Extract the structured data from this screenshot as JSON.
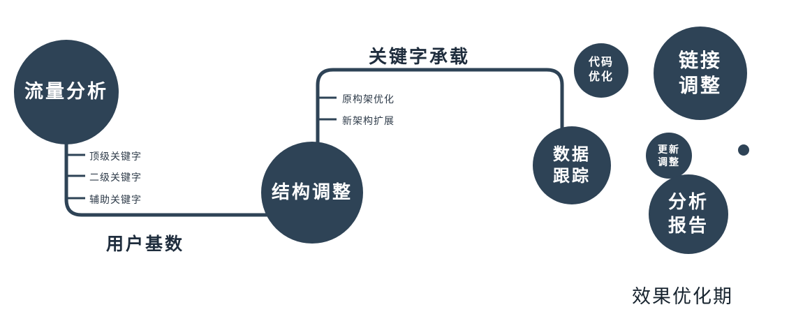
{
  "colors": {
    "accent": "#2e4356",
    "text_dark": "#1f2d3d",
    "node_text": "#ffffff"
  },
  "nodes": {
    "traffic": {
      "label": "流量分析"
    },
    "structure": {
      "label": "结构调整"
    },
    "data_tracking": {
      "line1": "数据",
      "line2": "跟踪"
    },
    "code_opt": {
      "line1": "代码",
      "line2": "优化"
    },
    "link_adjust": {
      "line1": "链接",
      "line2": "调整"
    },
    "update_adjust": {
      "line1": "更新",
      "line2": "调整"
    },
    "analysis_report": {
      "line1": "分析",
      "line2": "报告"
    }
  },
  "branches": {
    "traffic_keywords": [
      "顶级关键字",
      "二级关键字",
      "辅助关键字"
    ],
    "structure_items": [
      "原构架优化",
      "新架构扩展"
    ]
  },
  "edge_labels": {
    "user_base": "用户基数",
    "keyword_carry": "关键字承载"
  },
  "caption": "效果优化期"
}
